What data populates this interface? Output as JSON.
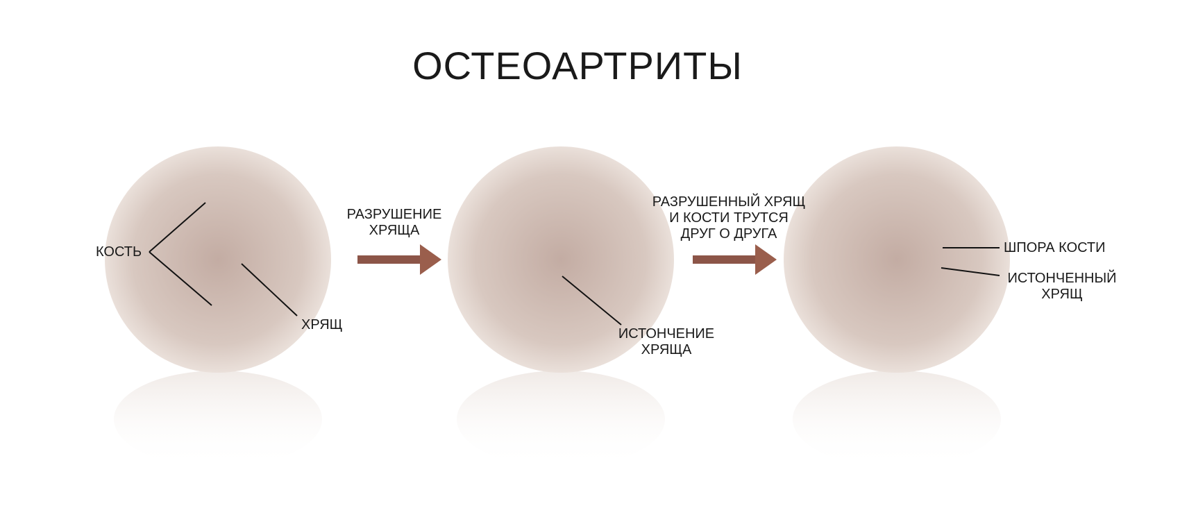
{
  "title": "ОСТЕОАРТРИТЫ",
  "stages": [
    {
      "labels": {
        "bone": "КОСТЬ",
        "cartilage": "ХРЯЩ"
      }
    },
    {
      "labels": {
        "thinning_line1": "ИСТОНЧЕНИЕ",
        "thinning_line2": "ХРЯЩА"
      }
    },
    {
      "labels": {
        "spur": "ШПОРА КОСТИ",
        "thinned_line1": "ИСТОНЧЕННЫЙ",
        "thinned_line2": "ХРЯЩ"
      }
    }
  ],
  "transitions": [
    {
      "line1": "РАЗРУШЕНИЕ",
      "line2": "ХРЯЩА"
    },
    {
      "line1": "РАЗРУШЕННЫЙ ХРЯЩ",
      "line2": "И КОСТИ ТРУТСЯ",
      "line3": "ДРУГ О ДРУГА"
    }
  ],
  "colors": {
    "arrow": "#8c5548",
    "bone": "#e8a45a",
    "cartilage": "#eef0f4",
    "synovium": "#7a2230",
    "capsule": "#9fb3cc",
    "background_disc": "#d9c9c0"
  }
}
